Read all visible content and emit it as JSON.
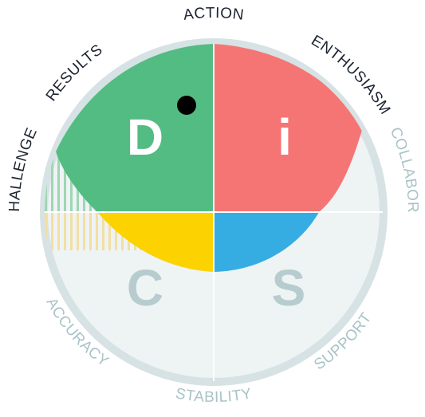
{
  "quadrants": {
    "D": {
      "letter": "D",
      "color": "#53bc83",
      "muted": false
    },
    "i": {
      "letter": "i",
      "color": "#f57575",
      "muted": false
    },
    "S": {
      "letter": "S",
      "color": "#b7ccce",
      "fill": "#35ade3",
      "muted": true
    },
    "C": {
      "letter": "C",
      "color": "#b7ccce",
      "fill": "#fcd201",
      "muted": true
    }
  },
  "ring_labels": {
    "top": "ACTION",
    "top_right": "ENTHUSIASM",
    "right": "COLLABORATION",
    "bottom_right": "SUPPORT",
    "bottom": "STABILITY",
    "bottom_left": "ACCURACY",
    "left": "CHALLENGE",
    "top_left": "RESULTS"
  },
  "colors": {
    "ring": "#d7e2e4",
    "background_disc": "#eef3f4",
    "dark_label": "#1c2331",
    "muted_label": "#a9c3c6",
    "dot": "#000000",
    "hatch_green": "#9fd6b4",
    "hatch_yellow": "#f3dfa3"
  }
}
